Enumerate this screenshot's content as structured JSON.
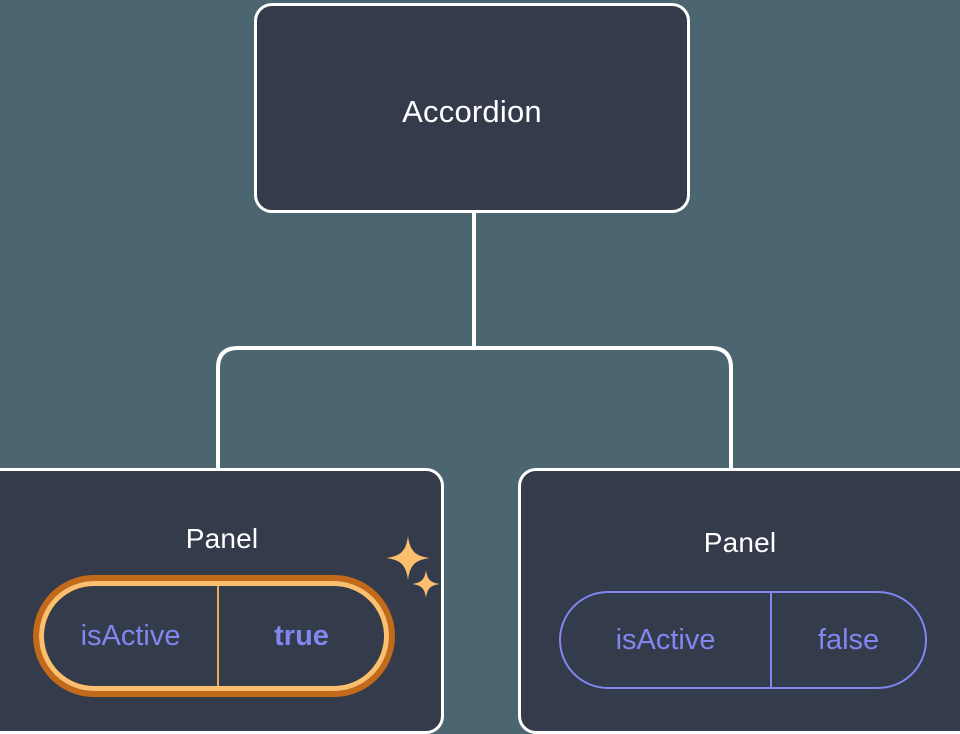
{
  "diagram": {
    "type": "component-tree",
    "background_color": "#4c6671",
    "node_fill_color": "#343b4a",
    "node_border_color": "#ffffff",
    "connector_color": "#ffffff",
    "accent_highlight_color": "#fbbf6e",
    "accent_highlight_outer_color": "#c2691a",
    "prop_text_color": "#8186f0",
    "root": {
      "label": "Accordion"
    },
    "children": [
      {
        "label": "Panel",
        "highlighted": true,
        "prop": {
          "key": "isActive",
          "value": "true",
          "value_bold": true
        },
        "sparkles": [
          {
            "name": "sparkle-large-icon"
          },
          {
            "name": "sparkle-small-icon"
          }
        ]
      },
      {
        "label": "Panel",
        "highlighted": false,
        "prop": {
          "key": "isActive",
          "value": "false",
          "value_bold": false
        },
        "sparkles": []
      }
    ]
  }
}
